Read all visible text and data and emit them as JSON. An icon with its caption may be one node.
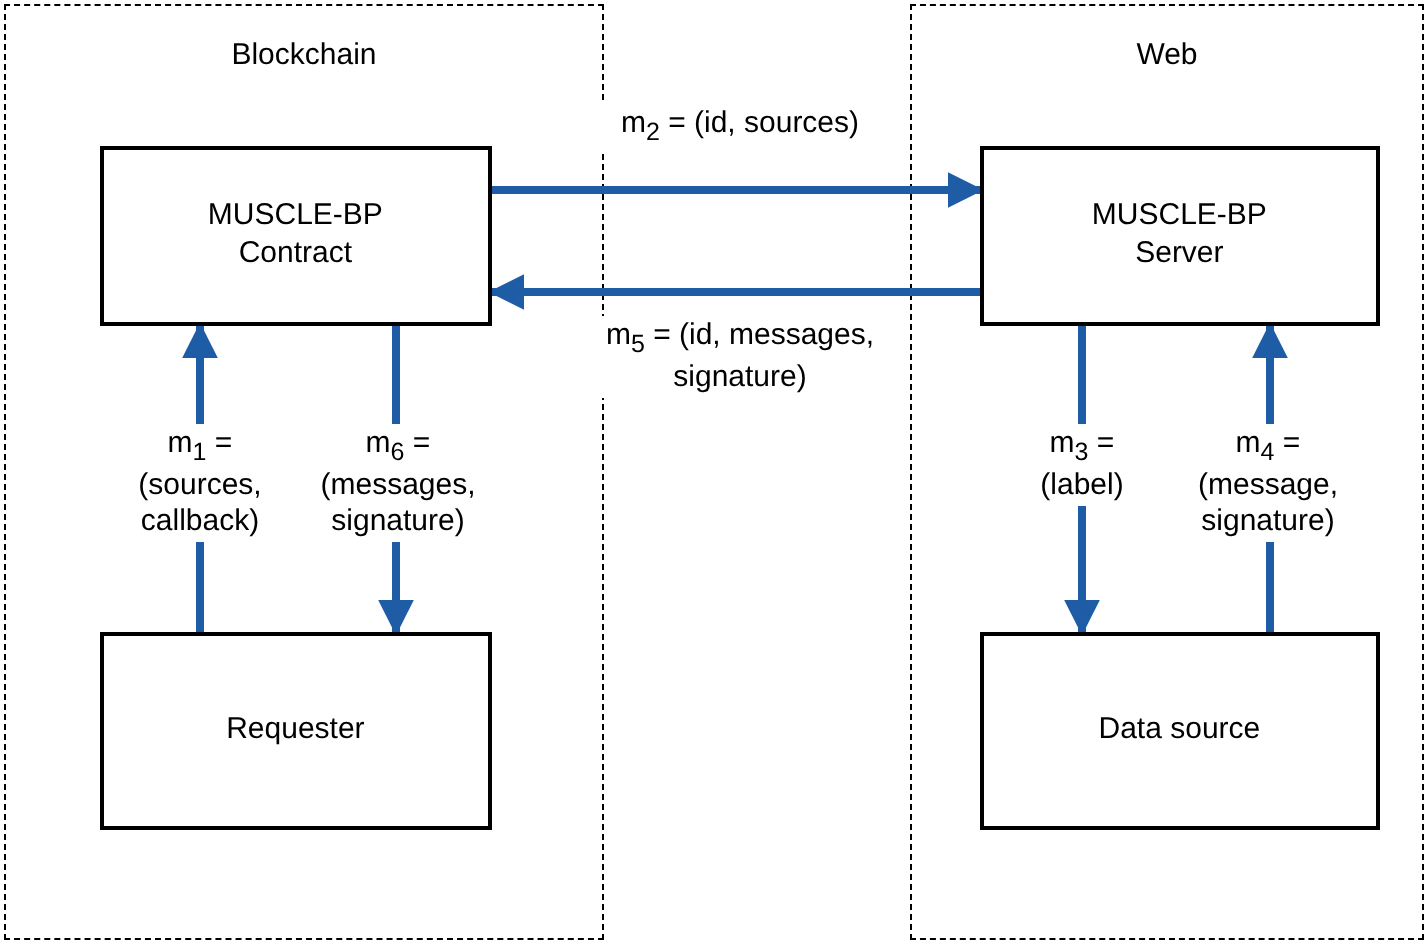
{
  "diagram": {
    "nodes": [
      {
        "text": [
          "Blockchain"
        ]
      },
      {
        "text": [
          "MUSCLE-BP Contract"
        ],
        "in": 0
      },
      {
        "text": [
          "Requester"
        ],
        "in": 0
      },
      {
        "text": [
          "Web"
        ]
      },
      {
        "text": [
          "MUSCLE-BP Server"
        ],
        "in": 3
      },
      {
        "text": [
          "Data source"
        ],
        "in": 3
      }
    ],
    "edges": [
      {
        "from": 1,
        "to": 4,
        "arrow": "to",
        "label": "m$_{2}$ = (id, sources)"
      },
      {
        "from": 4,
        "to": 1,
        "arrow": "to",
        "label": "m$_{5}$ = (id, messages, signature)"
      },
      {
        "from": 2,
        "to": 1,
        "arrow": "to",
        "label": "m$_{1}$ = (sources, callback)"
      },
      {
        "from": 1,
        "to": 2,
        "arrow": "to",
        "label": "m$_{6}$ = (messages, signature)"
      },
      {
        "from": 4,
        "to": 5,
        "arrow": "to",
        "label": "m$_{3}$ = (label)"
      },
      {
        "from": 5,
        "to": 4,
        "arrow": "to",
        "label": "m$_{4}$ = (message, signature)"
      }
    ]
  }
}
